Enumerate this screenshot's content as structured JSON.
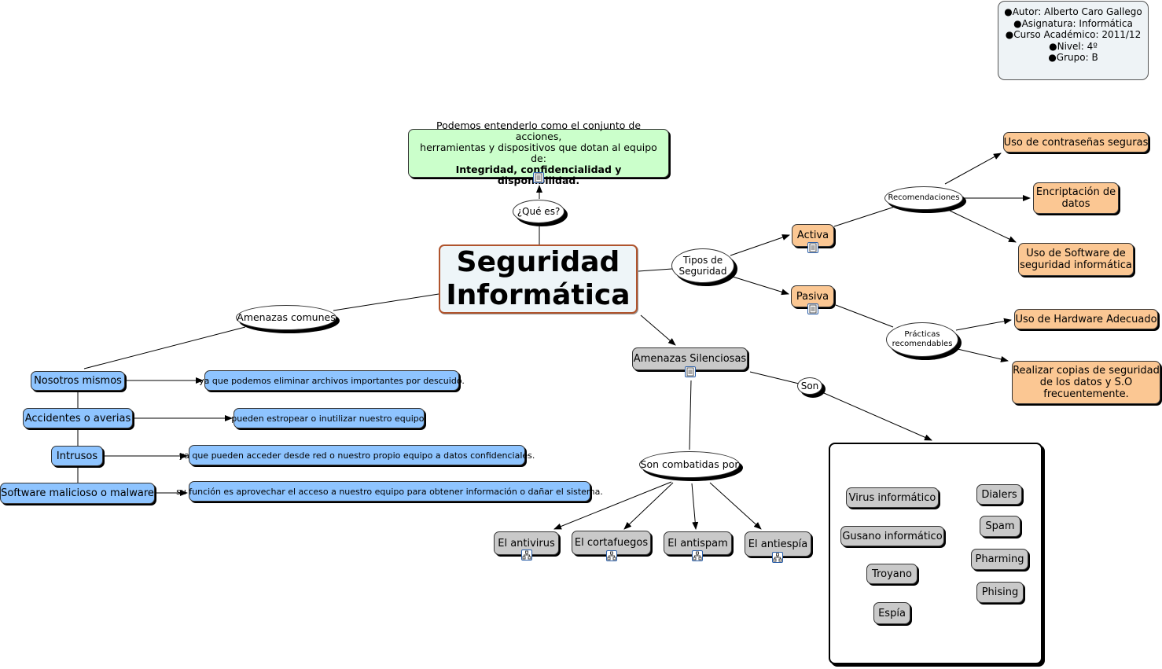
{
  "info": {
    "lines": [
      "●Autor: Alberto Caro Gallego",
      "●Asignatura: Informática",
      "●Curso Académico: 2011/12",
      "●Nivel: 4º",
      "●Grupo: B"
    ]
  },
  "main_title": {
    "line1": "Seguridad",
    "line2": "Informática"
  },
  "definition": {
    "line1": "Podemos entenderlo como el conjunto de acciones,",
    "line2": "herramientas y dispositivos que dotan al equipo de:",
    "line3": "Integridad, confidencialidad y disponibilidad."
  },
  "links": {
    "que_es": "¿Qué es?",
    "amenazas_comunes": "Amenazas comunes",
    "tipos": {
      "line1": "Tipos de",
      "line2": "Seguridad"
    },
    "recomendaciones": "Recomendaciones",
    "practicas": {
      "line1": "Prácticas",
      "line2": "recomendables"
    },
    "son": "Son",
    "combatidas": "Son combatidas por"
  },
  "threats": [
    {
      "label": "Nosotros mismos",
      "detail": "ya que podemos eliminar archivos importantes por descuido."
    },
    {
      "label": "Accidentes o averias",
      "detail": "pueden estropear o inutilizar nuestro equipo."
    },
    {
      "label": "Intrusos",
      "detail": "ya que pueden acceder desde red o nuestro propio equipo a datos confidenciales."
    },
    {
      "label": "Software malicioso o malware",
      "detail": "su función es aprovechar el acceso a nuestro equipo para obtener información o dañar el sistema."
    }
  ],
  "types": {
    "activa": "Activa",
    "pasiva": "Pasiva"
  },
  "recommendations": {
    "contrasenas": "Uso de contraseñas seguras",
    "encriptacion": {
      "line1": "Encriptación de",
      "line2": "datos"
    },
    "software": {
      "line1": "Uso de Software de",
      "line2": "seguridad informática"
    }
  },
  "practices": {
    "hardware": "Uso de Hardware Adecuado",
    "copias": {
      "line1": "Realizar copias de seguridad",
      "line2": "de los datos y S.O",
      "line3": "frecuentemente."
    }
  },
  "silent": {
    "title": "Amenazas Silenciosas",
    "left_items": [
      "Virus informático",
      "Gusano informático",
      "Troyano",
      "Espía"
    ],
    "right_items": [
      "Dialers",
      "Spam",
      "Pharming",
      "Phising"
    ]
  },
  "defenders": [
    "El antivirus",
    "El cortafuegos",
    "El antispam",
    "El antiespía"
  ]
}
